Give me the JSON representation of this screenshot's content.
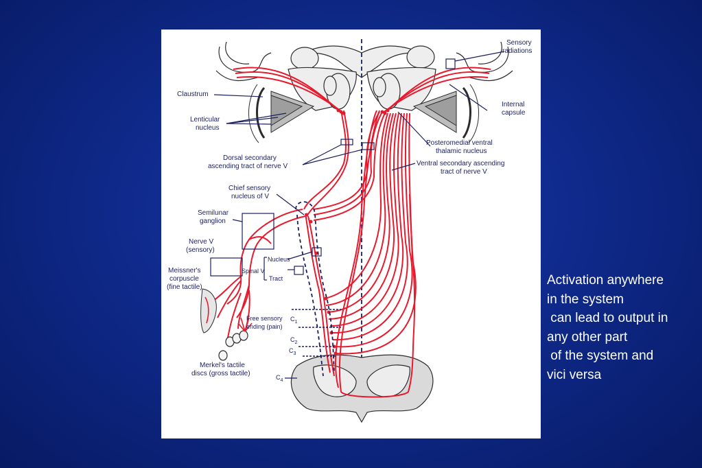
{
  "slide": {
    "background_color": "#0f2a8c",
    "caption_lines": [
      "Activation anywhere",
      "in the system",
      " can lead to output in",
      "any other part",
      " of the system and",
      "vici versa"
    ]
  },
  "diagram": {
    "nerve_color": "#e8192c",
    "outline_color": "#1a1f5c",
    "labels": {
      "sensory_radiations": [
        "Sensory",
        "radiations"
      ],
      "claustrum": "Claustrum",
      "lenticular_nucleus": [
        "Lenticular",
        "nucleus"
      ],
      "internal_capsule": [
        "Internal",
        "capsule"
      ],
      "posteromedial_ventral": [
        "Posteromedial ventral",
        "thalamic nucleus"
      ],
      "dorsal_secondary": [
        "Dorsal secondary",
        "ascending tract of nerve V"
      ],
      "ventral_secondary": [
        "Ventral secondary ascending",
        "tract of nerve V"
      ],
      "chief_sensory": [
        "Chief sensory",
        "nucleus of V"
      ],
      "semilunar_ganglion": [
        "Semilunar",
        "ganglion"
      ],
      "nerve_v": [
        "Nerve V",
        "(sensory)"
      ],
      "nucleus": "Nucleus",
      "spinal_v": "Spinal V",
      "tract": "Tract",
      "meissners": [
        "Meissner's",
        "corpuscle",
        "(fine tactile)"
      ],
      "free_sensory": [
        "Free sensory",
        "ending (pain)"
      ],
      "merkels": [
        "Merkel's tactile",
        "discs (gross tactile)"
      ],
      "c1": "C",
      "c1_sub": "1",
      "c2": "C",
      "c2_sub": "2",
      "c3": "C",
      "c3_sub": "3",
      "c4": "C",
      "c4_sub": "4"
    }
  }
}
